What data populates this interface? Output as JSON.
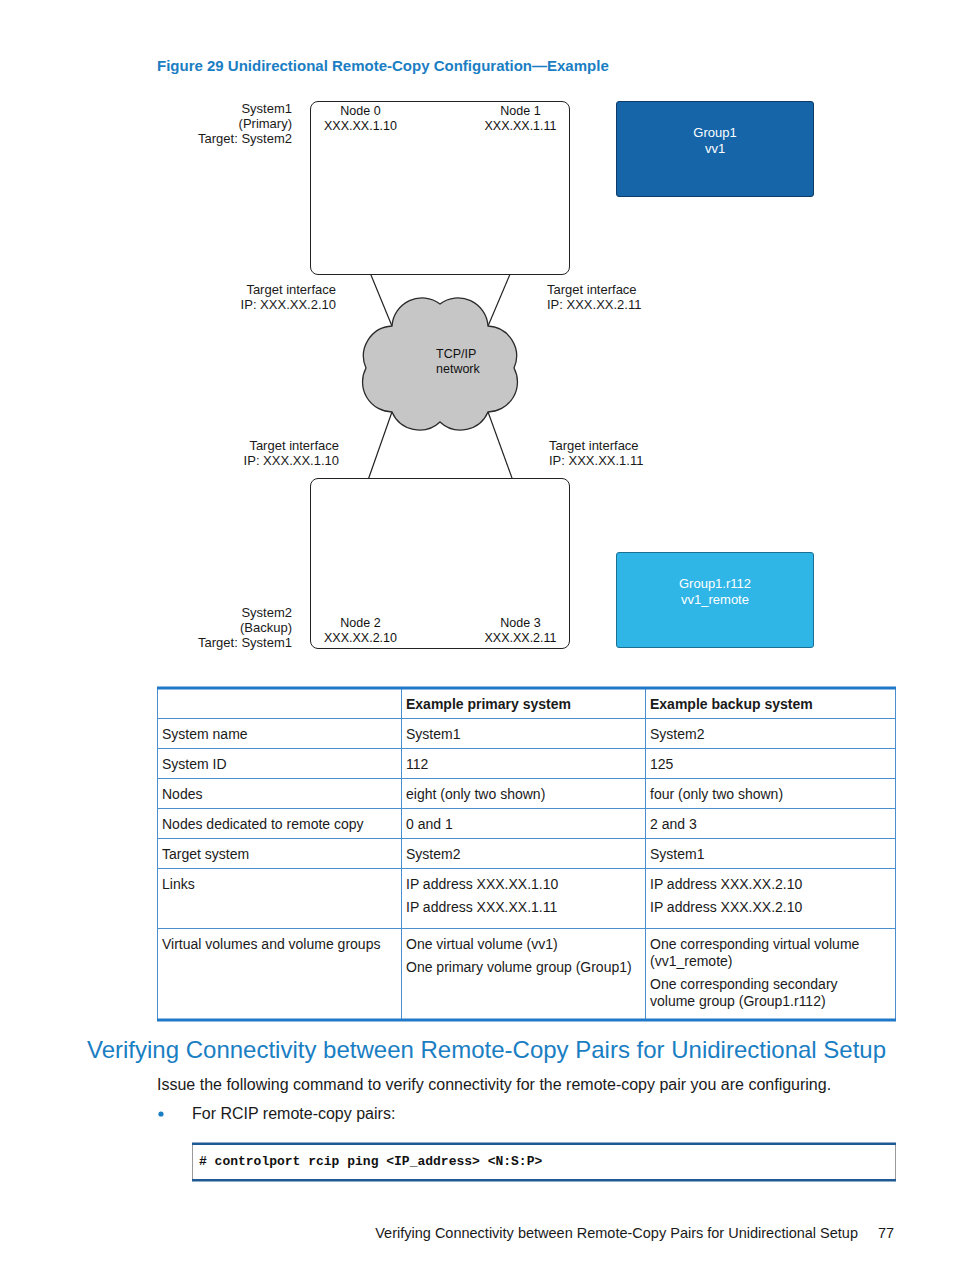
{
  "diagram": {
    "title": "Figure 29 Unidirectional Remote-Copy Configuration—Example",
    "nodes": [
      {
        "text": [
          "System1 (Primary) Target: System2"
        ]
      },
      {
        "text": [
          "Node 0",
          "XXX.XX.1.10"
        ],
        "in": 0
      },
      {
        "text": [
          "Node 1",
          "XXX.XX.1.11"
        ],
        "in": 0
      },
      {
        "text": [
          "Group1",
          "vv1"
        ]
      },
      {
        "text": [
          "TCP/IP network"
        ]
      },
      {
        "text": [
          "System2 (Backup) Target: System1"
        ]
      },
      {
        "text": [
          "Node 2",
          "XXX.XX.2.10"
        ],
        "in": 5
      },
      {
        "text": [
          "Node 3",
          "XXX.XX.2.11"
        ],
        "in": 5
      },
      {
        "text": [
          "Group1.r112",
          "vv1_remote"
        ]
      }
    ],
    "edges": [
      {
        "from": 1,
        "to": 4,
        "arrow": "none",
        "label": "Target interface IP: XXX.XX.2.10"
      },
      {
        "from": 2,
        "to": 4,
        "arrow": "none",
        "label": "Target interface IP: XXX.XX.2.11"
      },
      {
        "from": 4,
        "to": 6,
        "arrow": "none",
        "label": "Target interface IP: XXX.XX.1.10"
      },
      {
        "from": 4,
        "to": 7,
        "arrow": "none",
        "label": "Target interface IP: XXX.XX.1.11"
      }
    ],
    "labels": [
      "Example primary system",
      "Example backup system",
      "System name",
      "System1",
      "System2",
      "System ID",
      "112",
      "125",
      "Nodes",
      "eight (only two shown)",
      "four (only two shown)",
      "Nodes dedicated to remote copy",
      "0 and 1",
      "2 and 3",
      "Target system",
      "System2",
      "System1",
      "Links",
      "IP address XXX.XX.1.10",
      "IP address XXX.XX.1.11",
      "IP address XXX.XX.2.10",
      "IP address XXX.XX.2.10",
      "Virtual volumes and volume groups",
      "One virtual volume (vv1)",
      "One primary volume group (Group1)",
      "One corresponding virtual volume (vv1_remote)",
      "One corresponding secondary volume group (Group1.r112)",
      "Verifying Connectivity between Remote-Copy Pairs for Unidirectional Setup",
      "Issue the following command to verify connectivity for the remote-copy pair you are configuring.",
      "For RCIP remote-copy pairs:",
      "# controlport rcip ping <IP_address> <N:S:P>",
      "Verifying Connectivity between Remote-Copy Pairs for Unidirectional Setup",
      "77"
    ]
  }
}
